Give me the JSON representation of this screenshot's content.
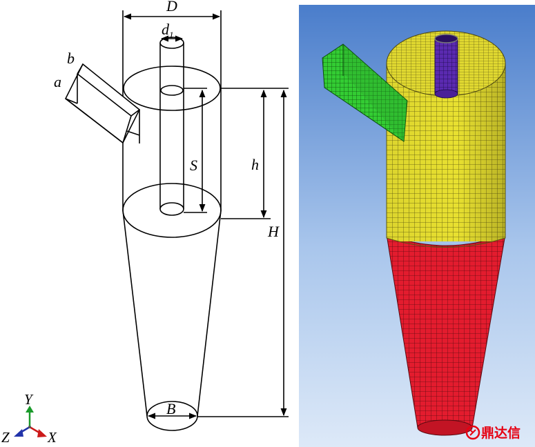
{
  "labels": {
    "D": "D",
    "d": "d",
    "d_sub": "1",
    "a": "a",
    "b": "b",
    "S": "S",
    "h": "h",
    "H": "H",
    "B": "B"
  },
  "axes": {
    "y": "Y",
    "z": "Z",
    "x": "X"
  },
  "watermark": {
    "text": "鼎达信"
  },
  "colors": {
    "line": "#000000",
    "inlet": "#33cc33",
    "outlet": "#5522aa",
    "cylinder": "#e8e030",
    "cone": "#e31c2e",
    "background_top": "#4c7fcc",
    "background_bottom": "#d9e8f8",
    "axis_y": "#1a9a2a",
    "axis_z": "#2233aa",
    "axis_x": "#cc1a1a",
    "watermark": "#e60012"
  }
}
